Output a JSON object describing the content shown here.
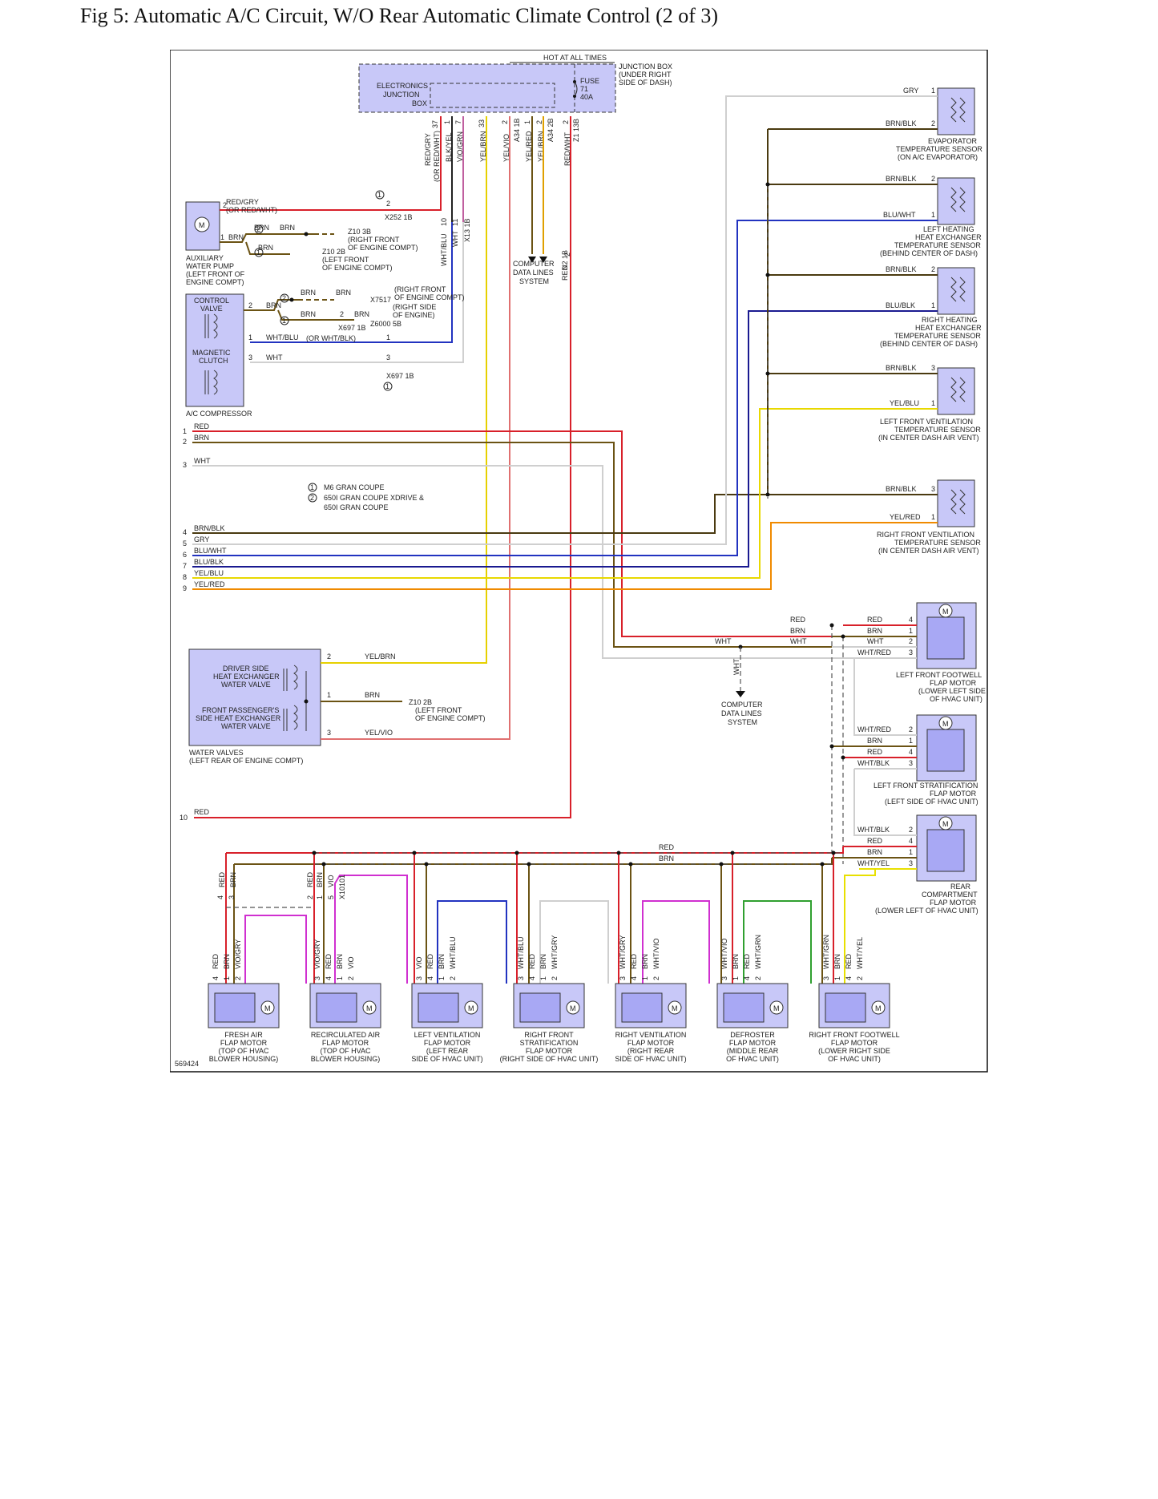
{
  "title": "Fig 5: Automatic A/C Circuit, W/O Rear Automatic Climate Control (2 of 3)",
  "figure_id": "569424",
  "colors": {
    "RED": "#d8202a",
    "BRN": "#6b5314",
    "GRY": "#cfcfcf",
    "BLU": "#2233c0",
    "WHT": "#cfcfcf",
    "YEL": "#e6d000",
    "VIO": "#d030d0",
    "GRN": "#30a030",
    "ORG": "#f08a00",
    "YELRED": "#f0a020",
    "YELBLU": "#e8d800",
    "BRNBLK": "#4a3a10",
    "panel": "#c8c8f8"
  },
  "top": {
    "hot_label": "HOT AT ALL TIMES",
    "junction_box": [
      "JUNCTION BOX",
      "(UNDER RIGHT",
      "SIDE OF DASH)"
    ],
    "ejb": [
      "ELECTRONICS",
      "JUNCTION",
      "BOX"
    ],
    "fuse": [
      "FUSE",
      "71",
      "40A"
    ],
    "pins": [
      "37",
      "1",
      "7",
      "33",
      "2",
      "1",
      "2",
      "3",
      "2"
    ],
    "conns": [
      "A34 1B",
      "A34 2B",
      "Z1 13B"
    ],
    "wires": [
      "RED/GRY",
      "(OR RED/WHT)",
      "BLK/YEL",
      "VIO/GRN",
      "YEL/BRN",
      "YEL/VIO",
      "YEL/RED",
      "YEL/BRN",
      "RED/WHT"
    ]
  },
  "pump": {
    "name": [
      "AUXILIARY",
      "WATER PUMP",
      "(LEFT FRONT OF",
      "ENGINE COMPT)"
    ],
    "wires": [
      "RED/GRY",
      "(OR RED/WHT)",
      "BRN",
      "BRN",
      "BRN",
      "BRN"
    ],
    "pins": [
      "2",
      "1",
      "2"
    ],
    "grounds": [
      "Z10 3B",
      "(RIGHT FRONT",
      "OF ENGINE COMPT)",
      "Z10 2B",
      "(LEFT FRONT",
      "OF ENGINE COMPT)"
    ],
    "conn": "X252 1B",
    "notes": [
      "1",
      "2",
      "1"
    ]
  },
  "compressor": {
    "control_valve": [
      "CONTROL",
      "VALVE"
    ],
    "clutch": [
      "MAGNETIC",
      "CLUTCH"
    ],
    "name": "A/C COMPRESSOR",
    "pins": [
      "2",
      "1",
      "3",
      "2",
      "1",
      "3"
    ],
    "wires": [
      "BRN",
      "BRN",
      "BRN",
      "BRN",
      "BRN",
      "WHT/BLU",
      "(OR WHT/BLK)",
      "WHT"
    ],
    "notes": [
      "(RIGHT FRONT",
      "OF ENGINE COMPT)",
      "X7517",
      "(RIGHT SIDE",
      "OF ENGINE)",
      "Z6000 5B"
    ],
    "conns": [
      "X697 1B",
      "X697 1B"
    ],
    "marks": [
      "2",
      "1",
      "1"
    ]
  },
  "mid_vertical": {
    "wires": [
      "WHT/BLU",
      "WHT",
      "10",
      "11",
      "X13 1B"
    ],
    "cdl": [
      "COMPUTER",
      "DATA LINES",
      "SYSTEM"
    ],
    "n2": [
      "N2 1B",
      "2",
      "RED"
    ]
  },
  "left_numbers": [
    "1",
    "2",
    "3",
    "4",
    "5",
    "6",
    "7",
    "8",
    "9",
    "10"
  ],
  "left_wires": [
    "RED",
    "BRN",
    "WHT",
    "BRN/BLK",
    "GRY",
    "BLU/WHT",
    "BLU/BLK",
    "YEL/BLU",
    "YEL/RED",
    "RED"
  ],
  "legend": [
    {
      "mark": "1",
      "text": "M6 GRAN COUPE"
    },
    {
      "mark": "2",
      "text": "650I GRAN COUPE XDRIVE &"
    },
    {
      "mark": "",
      "text": "650I GRAN COUPE"
    }
  ],
  "valves": {
    "driver": [
      "DRIVER SIDE",
      "HEAT EXCHANGER",
      "WATER VALVE"
    ],
    "pass": [
      "FRONT PASSENGER'S",
      "SIDE HEAT EXCHANGER",
      "WATER VALVE"
    ],
    "name": [
      "WATER VALVES",
      "(LEFT REAR OF ENGINE COMPT)"
    ],
    "pins": [
      "2",
      "1",
      "3"
    ],
    "wires": [
      "YEL/BRN",
      "BRN",
      "YEL/VIO"
    ],
    "ground": [
      "Z10 2B",
      "(LEFT FRONT",
      "OF ENGINE COMPT)"
    ]
  },
  "sensors": [
    {
      "wires": [
        "GRY",
        "BRN/BLK"
      ],
      "pins": [
        "1",
        "2"
      ],
      "name": [
        "EVAPORATOR",
        "TEMPERATURE SENSOR",
        "(ON A/C EVAPORATOR)"
      ]
    },
    {
      "wires": [
        "BRN/BLK",
        "BLU/WHT"
      ],
      "pins": [
        "2",
        "1"
      ],
      "name": [
        "LEFT HEATING",
        "HEAT EXCHANGER",
        "TEMPERATURE SENSOR",
        "(BEHIND CENTER OF DASH)"
      ]
    },
    {
      "wires": [
        "BRN/BLK",
        "BLU/BLK"
      ],
      "pins": [
        "2",
        "1"
      ],
      "name": [
        "RIGHT HEATING",
        "HEAT EXCHANGER",
        "TEMPERATURE SENSOR",
        "(BEHIND CENTER OF DASH)"
      ]
    },
    {
      "wires": [
        "BRN/BLK",
        "YEL/BLU"
      ],
      "pins": [
        "3",
        "1"
      ],
      "name": [
        "LEFT FRONT VENTILATION",
        "TEMPERATURE SENSOR",
        "(IN CENTER DASH AIR VENT)"
      ]
    },
    {
      "wires": [
        "BRN/BLK",
        "YEL/RED"
      ],
      "pins": [
        "3",
        "1"
      ],
      "name": [
        "RIGHT FRONT VENTILATION",
        "TEMPERATURE SENSOR",
        "(IN CENTER DASH AIR VENT)"
      ]
    }
  ],
  "right_motors": [
    {
      "wires": [
        "RED",
        "BRN",
        "WHT",
        "WHT/RED"
      ],
      "pins": [
        "4",
        "1",
        "2",
        "3"
      ],
      "name": [
        "LEFT FRONT FOOTWELL",
        "FLAP MOTOR",
        "(LOWER LEFT SIDE",
        "OF HVAC UNIT)"
      ]
    },
    {
      "wires": [
        "WHT/RED",
        "BRN",
        "RED",
        "WHT/BLK"
      ],
      "pins": [
        "2",
        "1",
        "4",
        "3"
      ],
      "name": [
        "LEFT FRONT STRATIFICATION",
        "FLAP MOTOR",
        "(LEFT SIDE OF HVAC UNIT)"
      ]
    },
    {
      "wires": [
        "WHT/BLK",
        "RED",
        "BRN",
        "WHT/YEL"
      ],
      "pins": [
        "2",
        "4",
        "1",
        "3"
      ],
      "name": [
        "REAR",
        "COMPARTMENT",
        "FLAP MOTOR",
        "(LOWER LEFT OF HVAC UNIT)"
      ]
    }
  ],
  "mid_wires": [
    "RED",
    "BRN",
    "WHT",
    "WHT",
    "WHT"
  ],
  "cdl2": [
    "COMPUTER",
    "DATA LINES",
    "SYSTEM"
  ],
  "bus": {
    "wires": [
      "RED",
      "BRN"
    ]
  },
  "bottom_motors": [
    {
      "wires": [
        "RED",
        "BRN",
        "VIO/GRY"
      ],
      "pins": [
        "4",
        "1",
        "2"
      ],
      "name": [
        "FRESH AIR",
        "FLAP MOTOR",
        "(TOP OF HVAC",
        "BLOWER HOUSING)"
      ]
    },
    {
      "wires": [
        "VIO/GRY",
        "RED",
        "BRN",
        "VIO"
      ],
      "pins": [
        "3",
        "4",
        "1",
        "2"
      ],
      "name": [
        "RECIRCULATED AIR",
        "FLAP MOTOR",
        "(TOP OF HVAC",
        "BLOWER HOUSING)"
      ]
    },
    {
      "wires": [
        "VIO",
        "RED",
        "BRN",
        "WHT/BLU"
      ],
      "pins": [
        "3",
        "4",
        "1",
        "2"
      ],
      "name": [
        "LEFT VENTILATION",
        "FLAP MOTOR",
        "(LEFT REAR",
        "SIDE OF HVAC UNIT)"
      ]
    },
    {
      "wires": [
        "WHT/BLU",
        "RED",
        "BRN",
        "WHT/GRY"
      ],
      "pins": [
        "3",
        "4",
        "1",
        "2"
      ],
      "name": [
        "RIGHT FRONT",
        "STRATIFICATION",
        "FLAP MOTOR",
        "(RIGHT SIDE OF HVAC UNIT)"
      ]
    },
    {
      "wires": [
        "WHT/GRY",
        "RED",
        "BRN",
        "WHT/VIO"
      ],
      "pins": [
        "3",
        "4",
        "1",
        "2"
      ],
      "name": [
        "RIGHT VENTILATION",
        "FLAP MOTOR",
        "(RIGHT REAR",
        "SIDE OF HVAC UNIT)"
      ]
    },
    {
      "wires": [
        "WHT/VIO",
        "BRN",
        "RED",
        "WHT/GRN"
      ],
      "pins": [
        "3",
        "1",
        "4",
        "2"
      ],
      "name": [
        "DEFROSTER",
        "FLAP MOTOR",
        "(MIDDLE REAR",
        "OF HVAC UNIT)"
      ]
    },
    {
      "wires": [
        "WHT/GRN",
        "BRN",
        "RED",
        "WHT/YEL"
      ],
      "pins": [
        "3",
        "1",
        "4",
        "2"
      ],
      "name": [
        "RIGHT FRONT FOOTWELL",
        "FLAP MOTOR",
        "(LOWER RIGHT SIDE",
        "OF HVAC UNIT)"
      ]
    }
  ],
  "splice_labels": {
    "left1": [
      "RED",
      "BRN"
    ],
    "left1_pins": [
      "4",
      "3"
    ],
    "left2": [
      "RED",
      "BRN",
      "VIO"
    ],
    "left2_pins": [
      "2",
      "1",
      "5"
    ],
    "conn": "X10101"
  }
}
